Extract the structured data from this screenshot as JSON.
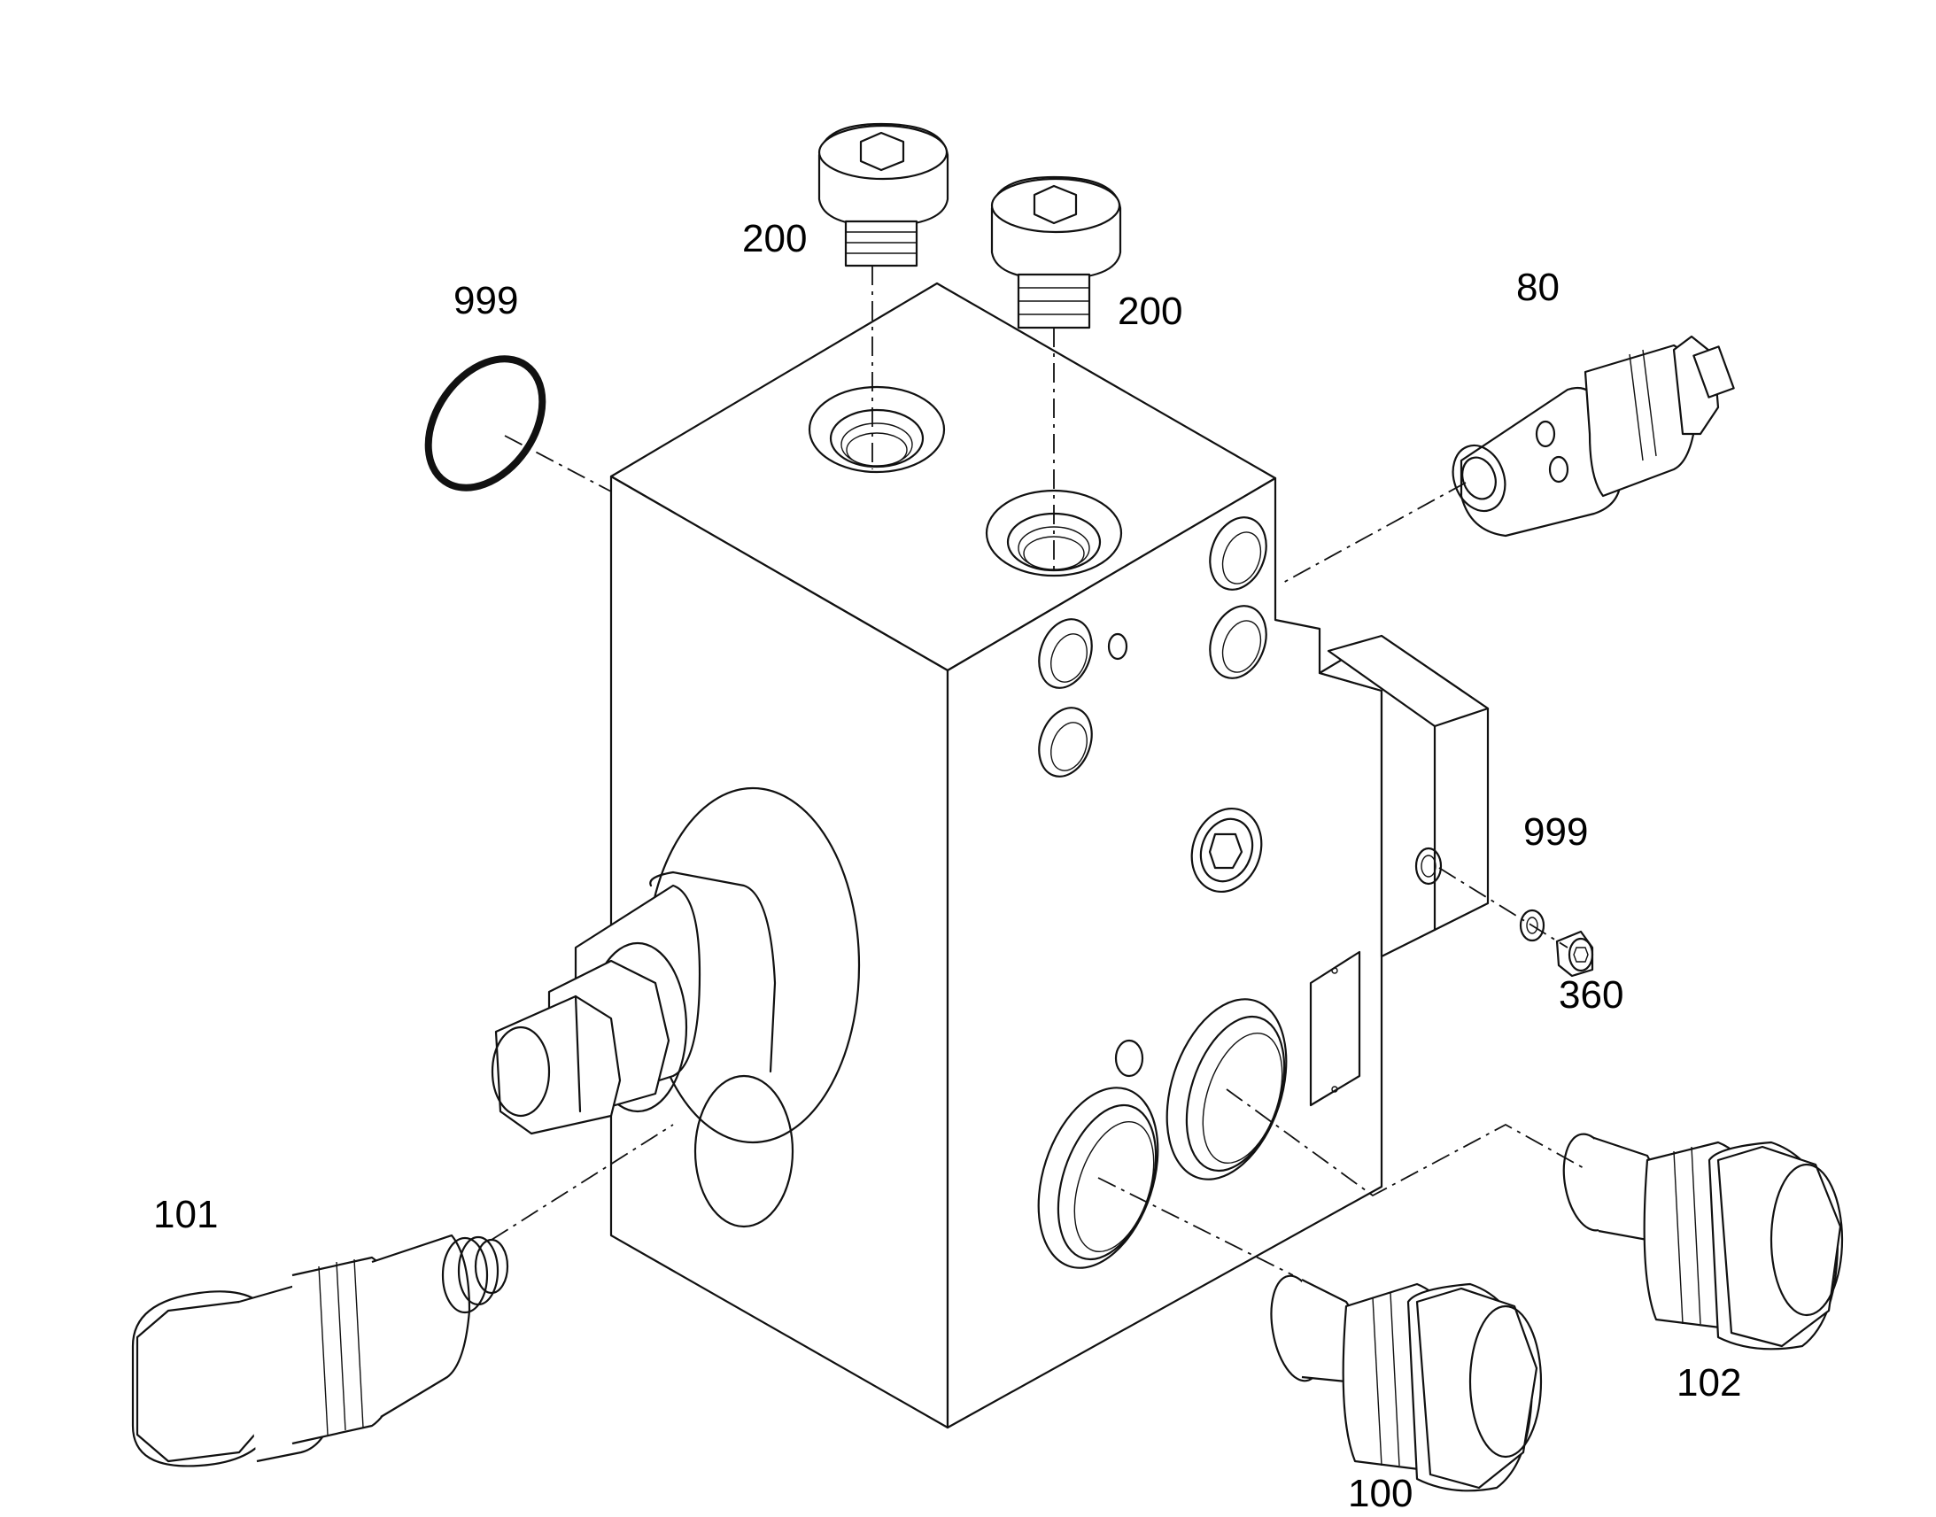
{
  "diagram": {
    "type": "exploded-parts-view",
    "callouts": {
      "c200a": "200",
      "c200b": "200",
      "c999a": "999",
      "c80": "80",
      "c999b": "999",
      "c360": "360",
      "c101": "101",
      "c100": "100",
      "c102": "102"
    }
  }
}
